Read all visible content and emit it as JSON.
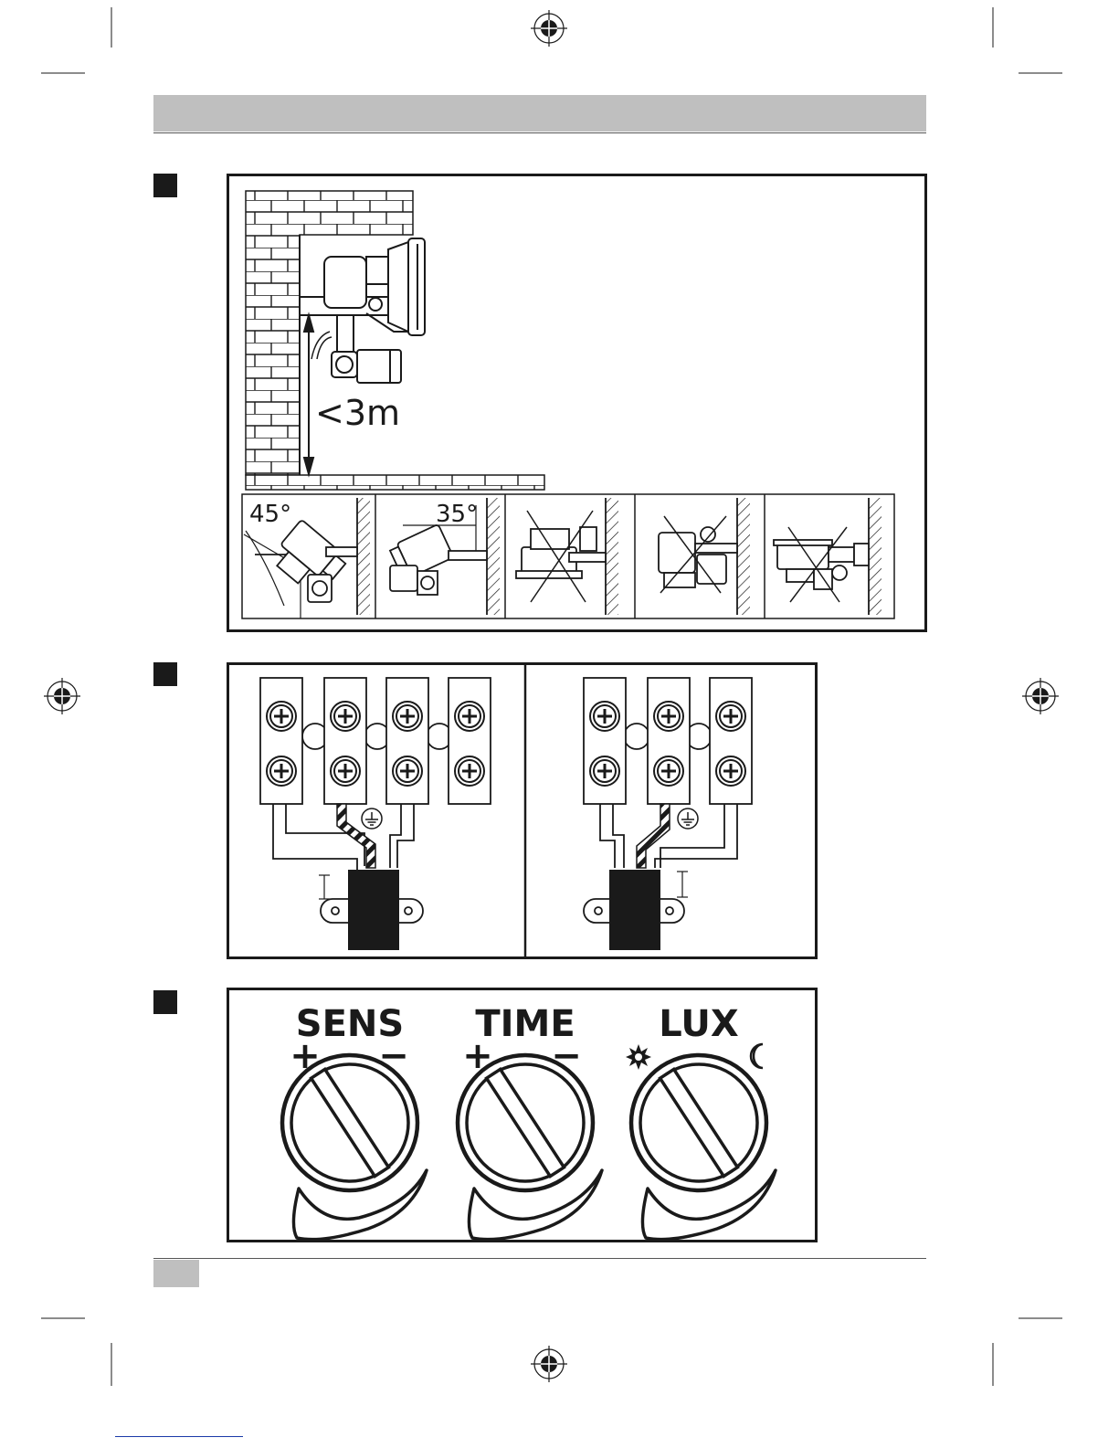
{
  "fig1": {
    "max_height_label": "<3m",
    "angle_left_label": "45°",
    "angle_right_label": "35°"
  },
  "fig3": {
    "knobs": [
      {
        "label": "SENS",
        "left_sign": "+",
        "right_sign": "−"
      },
      {
        "label": "TIME",
        "left_sign": "+",
        "right_sign": "−"
      },
      {
        "label": "LUX",
        "left_icon": "sun-icon",
        "right_icon": "moon-icon"
      }
    ]
  },
  "colors": {
    "header_gray": "#bfbfbf",
    "ink": "#1a1a1a"
  }
}
